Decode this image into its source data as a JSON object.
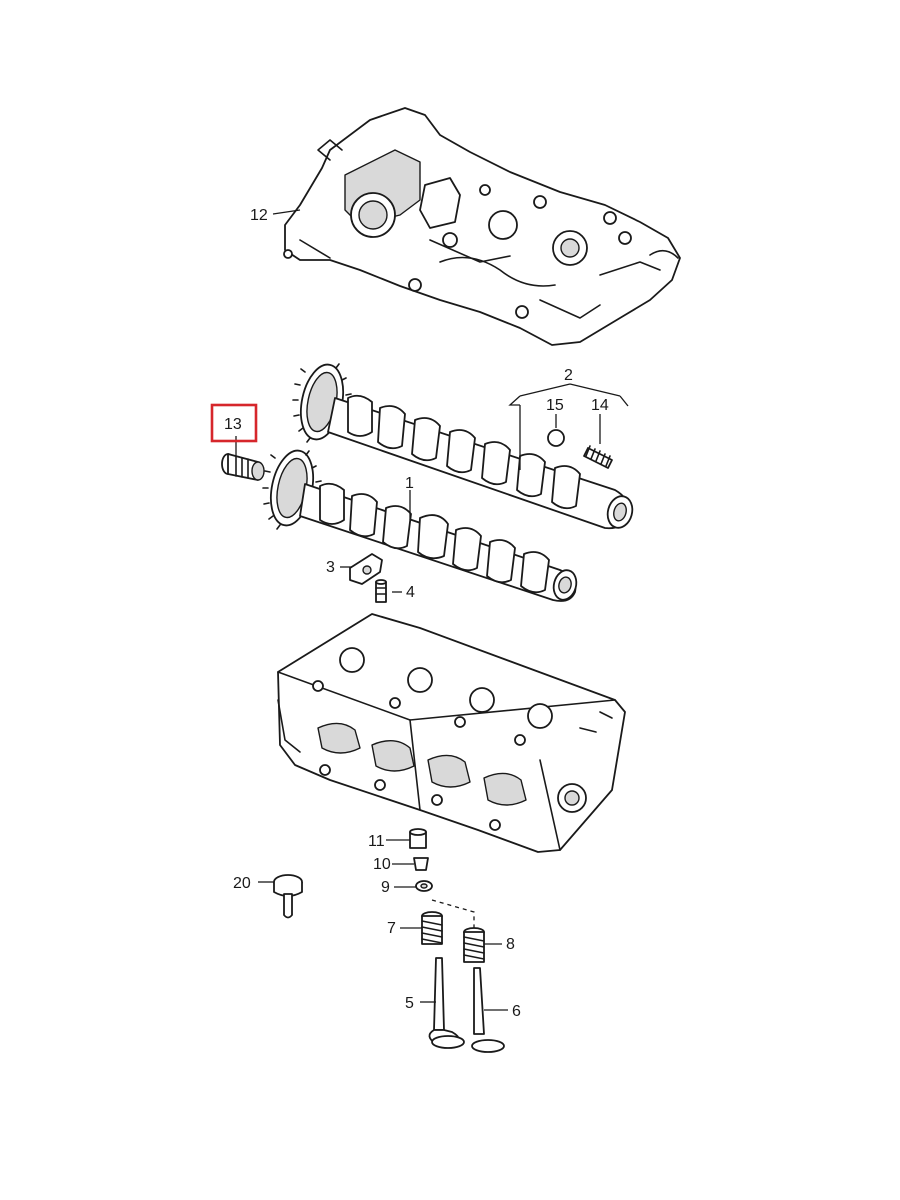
{
  "labels": {
    "c1": "1",
    "c2": "2",
    "c3": "3",
    "c4": "4",
    "c5": "5",
    "c6": "6",
    "c7": "7",
    "c8": "8",
    "c9": "9",
    "c10": "10",
    "c11": "11",
    "c12": "12",
    "c13": "13",
    "c14": "14",
    "c15": "15",
    "c20": "20"
  },
  "highlight": {
    "callout": "13",
    "color": "#d6262b"
  }
}
